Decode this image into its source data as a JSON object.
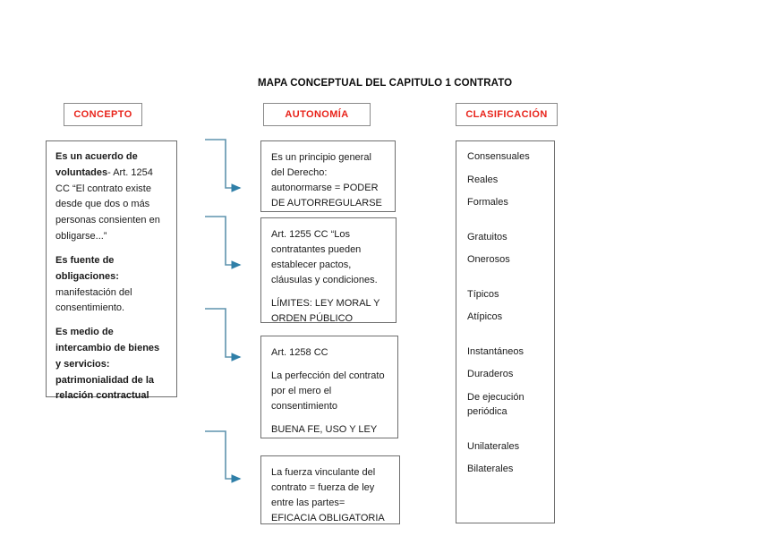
{
  "document": {
    "title": "MAPA CONCEPTUAL DEL CAPITULO 1 CONTRATO",
    "accent_red": "#e8231a",
    "box_border": "#6e6e6e",
    "connector_color": "#2f7fa8"
  },
  "headers": {
    "concepto": "CONCEPTO",
    "autonomia": "AUTONOMÍA",
    "clasificacion": "CLASIFICACIÓN"
  },
  "concepto_card": {
    "item1_bold": "Es un acuerdo de voluntades",
    "item1_rest": "- Art. 1254 CC “El contrato existe desde que dos o más personas consienten en obligarse...”",
    "item2_bold": "Es fuente de obligaciones:",
    "item2_rest": " manifestación del consentimiento.",
    "item3_bold": "Es medio de intercambio de bienes y servicios: patrimonialidad de la relación contractual"
  },
  "autonomia_cards": [
    {
      "name": "principio-general",
      "lines": [
        "Es un principio general del Derecho: autonormarse = PODER DE AUTORREGULARSE"
      ]
    },
    {
      "name": "art-1255",
      "lines": [
        "Art. 1255 CC “Los contratantes pueden establecer pactos, cláusulas y condiciones.",
        "LÍMITES: LEY MORAL Y ORDEN PÚBLICO"
      ]
    },
    {
      "name": "art-1258",
      "lines": [
        "Art. 1258 CC",
        "La perfección del contrato por el mero el consentimiento",
        "BUENA FE, USO Y LEY"
      ]
    },
    {
      "name": "fuerza-vinculante",
      "lines": [
        "La fuerza vinculante del contrato = fuerza de ley entre las partes= EFICACIA OBLIGATORIA"
      ]
    }
  ],
  "clasificacion_groups": [
    {
      "name": "forma",
      "items": [
        "Consensuales",
        "Reales",
        "Formales"
      ]
    },
    {
      "name": "onerosidad",
      "items": [
        "Gratuitos",
        "Onerosos"
      ]
    },
    {
      "name": "tipicidad",
      "items": [
        "Típicos",
        "Atípicos"
      ]
    },
    {
      "name": "duracion",
      "items": [
        "Instantáneos",
        "Duraderos",
        "De ejecución periódica"
      ]
    },
    {
      "name": "partes",
      "items": [
        "Unilaterales",
        "Bilaterales"
      ]
    }
  ]
}
